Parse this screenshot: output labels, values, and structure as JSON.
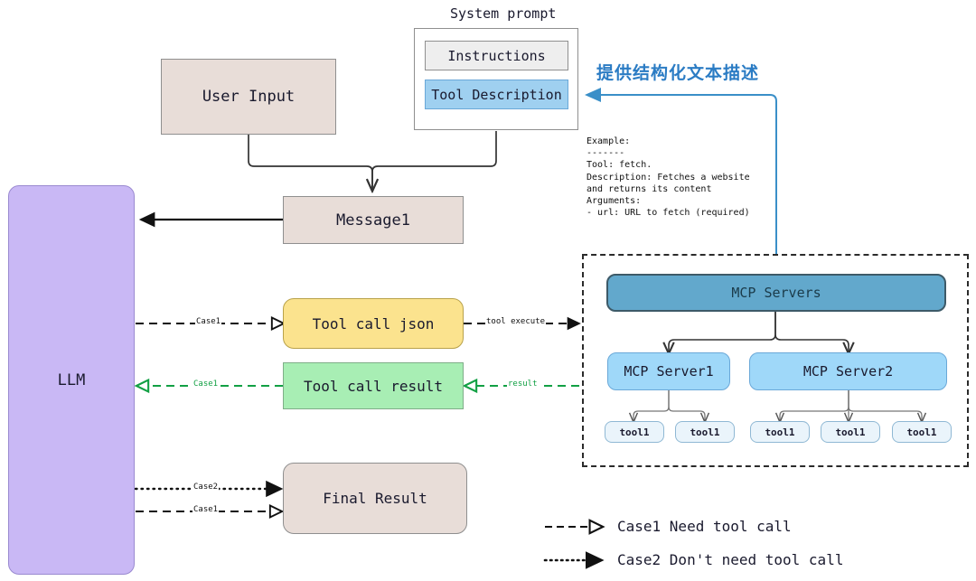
{
  "nodes": {
    "system_prompt_caption": "System prompt",
    "instructions": "Instructions",
    "tool_description": "Tool Description",
    "user_input": "User Input",
    "message1": "Message1",
    "llm": "LLM",
    "tool_call_json": "Tool call json",
    "tool_call_result": "Tool call result",
    "final_result": "Final Result",
    "mcp_servers": "MCP Servers",
    "mcp_server1": "MCP Server1",
    "mcp_server2": "MCP Server2",
    "tools": [
      "tool1",
      "tool1",
      "tool1",
      "tool1",
      "tool1"
    ]
  },
  "annotation": {
    "chinese_note": "提供结构化文本描述",
    "example_text": "Example:\n-------\nTool: fetch.\nDescription: Fetches a website\nand returns its content\nArguments:\n- url: URL to fetch (required)"
  },
  "edges": {
    "case1_to_json": "Case1",
    "case1_from_result": "Case1",
    "tool_execute": "tool execute",
    "result": "result",
    "case2_to_final": "Case2",
    "case1_to_final": "Case1"
  },
  "legend": [
    {
      "style": "dashed",
      "text": "Case1 Need tool call"
    },
    {
      "style": "dotted",
      "text": "Case2 Don't need tool call"
    }
  ],
  "colors": {
    "beige": "#e8ddd8",
    "purple": "#c9b8f5",
    "yellow": "#fbe38e",
    "green": "#a8eeb4",
    "tool_desc_blue": "#9fd0f0",
    "mcp_header": "#62a8cc",
    "mcp_server": "#9fd8f9",
    "tool_box": "#eaf4fb",
    "accent_blue": "#2b7cc4",
    "green_arrow": "#12a044"
  }
}
